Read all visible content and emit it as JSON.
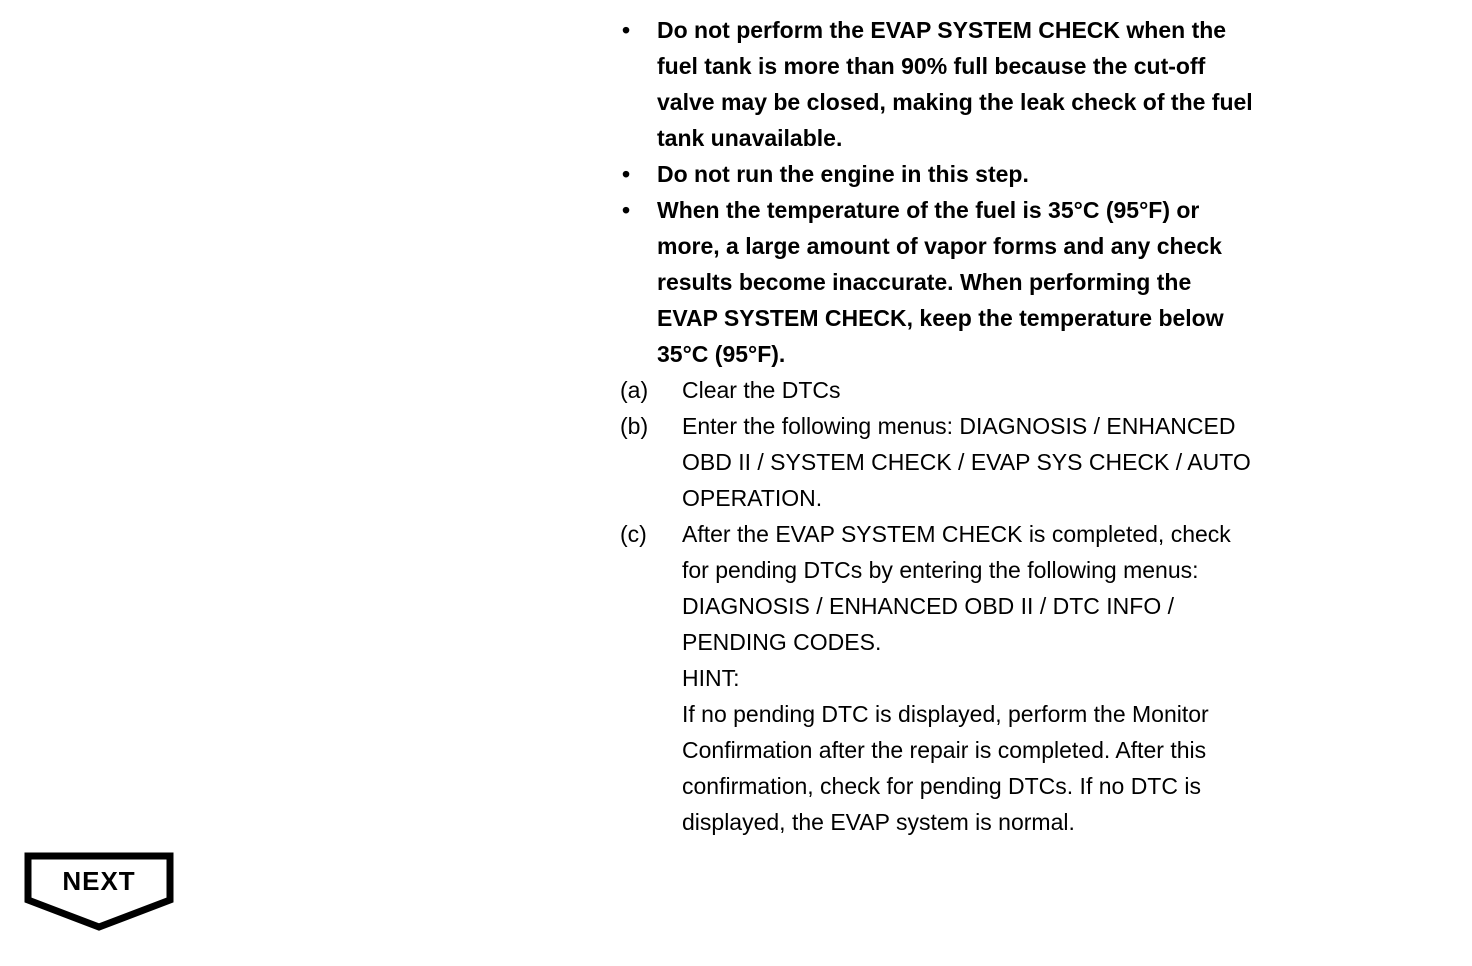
{
  "colors": {
    "text": "#000000",
    "background": "#ffffff"
  },
  "notices": {
    "bullet_marker": "•",
    "bullets": [
      {
        "lines": [
          "Do not perform the EVAP SYSTEM CHECK when the",
          "fuel tank is more than 90% full because the cut-off",
          "valve may be closed, making the leak check of the fuel",
          "tank unavailable."
        ]
      },
      {
        "lines": [
          "Do not run the engine in this step."
        ]
      },
      {
        "lines": [
          "When the temperature of the fuel is 35°C (95°F) or",
          "more, a large amount of vapor forms and any check",
          "results become inaccurate. When performing the",
          "EVAP SYSTEM CHECK, keep the temperature below",
          "35°C (95°F)."
        ]
      }
    ]
  },
  "steps": [
    {
      "label": "(a)",
      "lines": [
        "Clear the DTCs"
      ]
    },
    {
      "label": "(b)",
      "lines": [
        "Enter the following menus: DIAGNOSIS / ENHANCED",
        "OBD II / SYSTEM CHECK / EVAP SYS CHECK / AUTO",
        "OPERATION."
      ]
    },
    {
      "label": "(c)",
      "lines": [
        "After the EVAP SYSTEM CHECK is completed, check",
        "for pending DTCs by entering the following menus:",
        "DIAGNOSIS / ENHANCED OBD II / DTC INFO /",
        "PENDING CODES.",
        "HINT:",
        "If no pending DTC is displayed, perform the Monitor",
        "Confirmation after the repair is completed. After this",
        "confirmation, check for pending DTCs. If no DTC is",
        "displayed, the EVAP system is normal."
      ]
    }
  ],
  "next_button": {
    "label": "NEXT"
  }
}
